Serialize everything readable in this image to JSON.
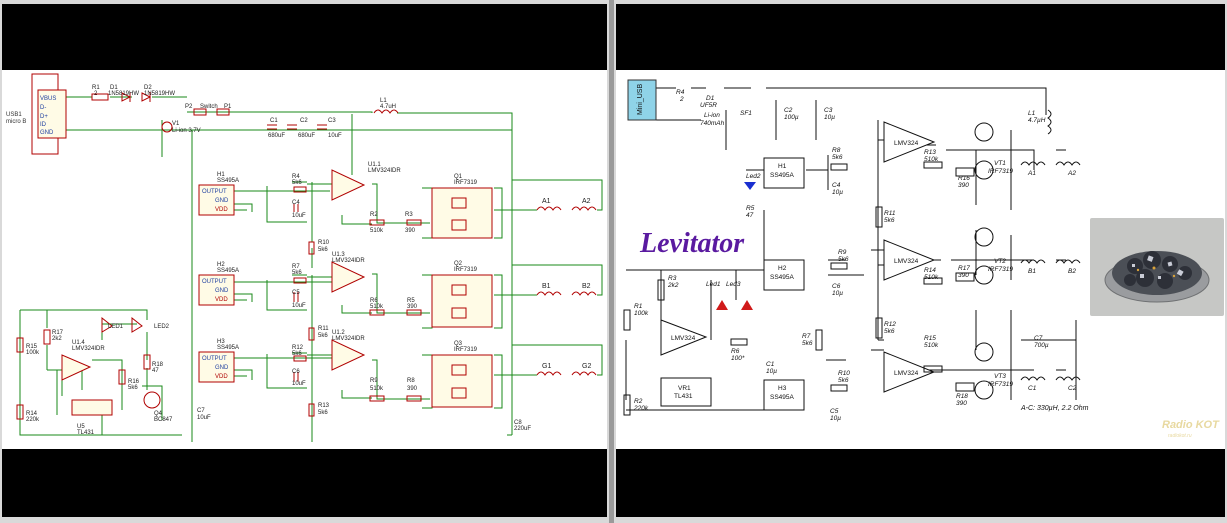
{
  "left_schematic": {
    "usb": {
      "name": "USB1",
      "sub": "micro B",
      "pins": [
        "VBUS",
        "D-",
        "D+",
        "ID",
        "GND"
      ]
    },
    "labels": {
      "r1": "R1",
      "r1v": "2",
      "d1": "D1",
      "d1v": "1N5819HW",
      "d2": "D2",
      "d2v": "1N5819HW",
      "p2": "P2",
      "switch": "Switch",
      "p1": "P1",
      "v1": "V1",
      "v1v": "Li-ion 3.7V",
      "c1": "C1",
      "c1v": "680uF",
      "c2": "C2",
      "c2v": "680uF",
      "c3": "C3",
      "c3v": "10uF",
      "l1": "L1",
      "l1v": "4.7uH",
      "h1": "H1",
      "h2": "H2",
      "h3": "H3",
      "hv": "SS495A",
      "output": "OUTPUT",
      "gnd": "GND",
      "vdd": "VDD",
      "r4": "R4",
      "r4v": "5k6",
      "c4": "C4",
      "c4v": "10uF",
      "r7": "R7",
      "r7v": "5k6",
      "c5": "C5",
      "c5v": "10uF",
      "r12": "R12",
      "r12v": "5k6",
      "c6": "C6",
      "c6v": "10uF",
      "u11": "U1.1",
      "u13": "U1.3",
      "u12": "U1.2",
      "u14": "U1.4",
      "uv": "LMV324IDR",
      "r2": "R2",
      "r2v": "510k",
      "r3": "R3",
      "r3v": "390",
      "r6": "R6",
      "r6v": "510k",
      "r5": "R5",
      "r5v": "390",
      "r9": "R9",
      "r9v": "510k",
      "r8": "R8",
      "r8v": "390",
      "r10": "R10",
      "r10v": "5k6",
      "r11": "R11",
      "r11v": "5k6",
      "r13": "R13",
      "r13v": "5k6",
      "q1": "Q1",
      "q2": "Q2",
      "q3": "Q3",
      "qv": "IRF7319",
      "a1": "A1",
      "a2": "A2",
      "b1": "B1",
      "b2": "B2",
      "g1": "G1",
      "g2": "G2",
      "c8": "C8",
      "c8v": "220uF",
      "c7": "C7",
      "c7v": "10uF",
      "led1": "LED1",
      "led2": "LED2",
      "r15": "R15",
      "r15v": "100k",
      "r17": "R17",
      "r17v": "2k2",
      "r14": "R14",
      "r14v": "220k",
      "r16": "R16",
      "r16v": "5k6",
      "r18": "R18",
      "r18v": "47",
      "q4": "Q4",
      "q4v": "BC847",
      "u5": "U5",
      "u5v": "TL431"
    }
  },
  "right_schematic": {
    "title": "Levitator",
    "usb_label": "Mini_USB",
    "watermark": "Radio KOT",
    "watermark_sub": "radiokot.ru",
    "coil_note": "A-C: 330µH, 2.2 Ohm",
    "labels": {
      "r4": "R4",
      "r4v": "2",
      "d1": "D1",
      "d1v": "UF5R",
      "bat": "Li-ion",
      "batv": "740mAh",
      "sf1": "SF1",
      "c2": "C2",
      "c2v": "100µ",
      "c3": "C3",
      "c3v": "10µ",
      "l1": "L1",
      "l1v": "4.7µH",
      "h1": "H1",
      "h2": "H2",
      "h3": "H3",
      "hv": "SS495A",
      "led2": "Led2",
      "r5": "R5",
      "r5v": "47",
      "r8": "R8",
      "r8v": "5k6",
      "c4": "C4",
      "c4v": "10µ",
      "r9": "R9",
      "r9v": "5k6",
      "c6": "C6",
      "c6v": "10µ",
      "r10": "R10",
      "r10v": "5k6",
      "c5": "C5",
      "c5v": "10µ",
      "lmv": "LMV324",
      "r13": "R13",
      "r13v": "510k",
      "r14": "R14",
      "r14v": "510k",
      "r15": "R15",
      "r15v": "510k",
      "r16": "R16",
      "r16v": "390",
      "r17": "R17",
      "r17v": "390",
      "r18": "R18",
      "r18v": "390",
      "r11": "R11",
      "r11v": "5k6",
      "r12": "R12",
      "r12v": "5k6",
      "r7": "R7",
      "r7v": "5k6",
      "vt1": "VT1",
      "vt2": "VT2",
      "vt3": "VT3",
      "vtv": "IRF7319",
      "a1": "A1",
      "a2": "A2",
      "b1": "B1",
      "b2": "B2",
      "c1c": "C1",
      "c2c": "C2",
      "c7": "C7",
      "c7v": "700µ",
      "r3": "R3",
      "r3v": "2k2",
      "r1": "R1",
      "r1v": "100k",
      "r2": "R2",
      "r2v": "220k",
      "led1": "Led1",
      "led3": "Led3",
      "r6": "R6",
      "r6v": "100*",
      "vr1": "VR1",
      "vr1v": "TL431",
      "c1": "C1",
      "c1v": "10µ"
    }
  },
  "colors": {
    "wire_left": "#1a8a1a",
    "component_left": "#b00000",
    "ic_blue": "#1f3fa0",
    "title": "#5a1aa0",
    "usb_fill": "#8fd3e8"
  }
}
